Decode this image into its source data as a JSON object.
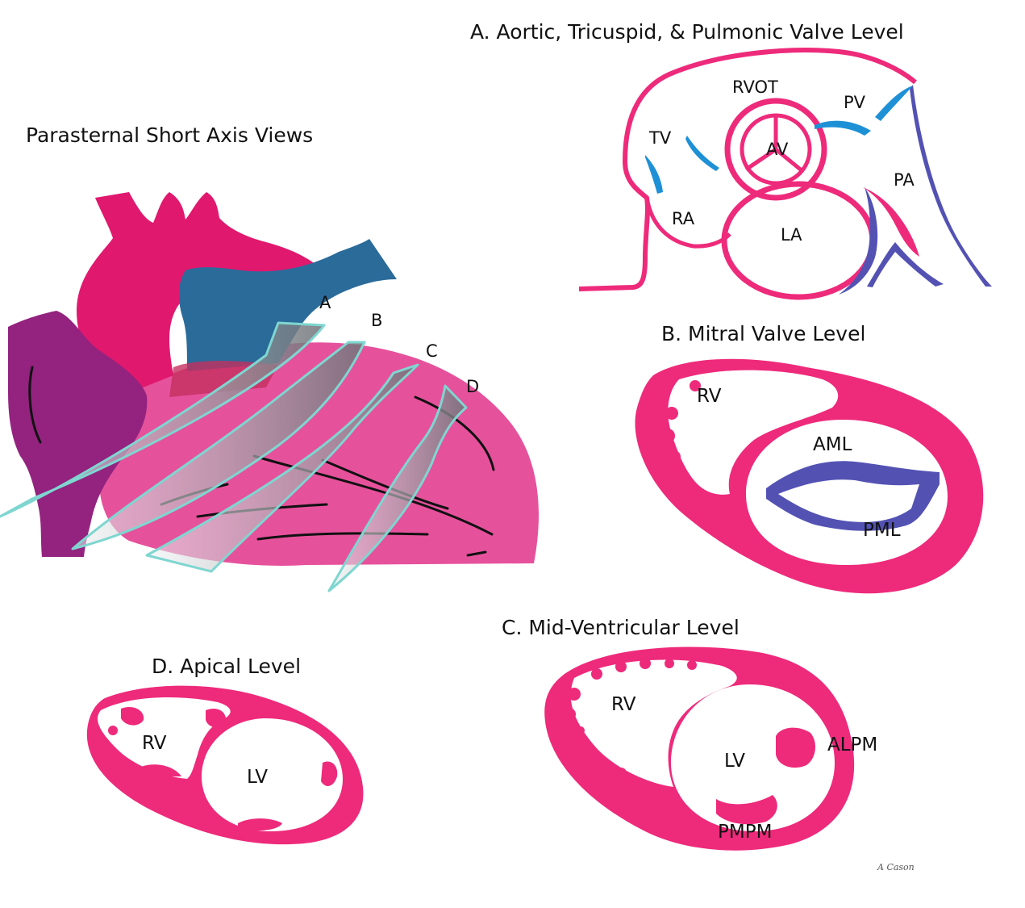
{
  "heading": "Parasternal Short Axis Views",
  "colors": {
    "myocardium": "#ee2a7b",
    "aorta": "#e0186e",
    "pulmonary_artery": "#2a6b9a",
    "right_atrium": "#93237f",
    "heart_body": "#e6519c",
    "plane_edge": "#7fd6d0",
    "valve_blue": "#1e90d6",
    "valve_purple": "#5352b3"
  },
  "cut_planes": {
    "a": "A",
    "b": "B",
    "c": "C",
    "d": "D"
  },
  "panels": {
    "aortic": {
      "title": "A. Aortic, Tricuspid, & Pulmonic Valve Level",
      "labels": {
        "rvot": "RVOT",
        "pv": "PV",
        "tv": "TV",
        "av": "AV",
        "pa": "PA",
        "ra": "RA",
        "la": "LA"
      }
    },
    "mitral": {
      "title": "B. Mitral Valve Level",
      "labels": {
        "rv": "RV",
        "aml": "AML",
        "pml": "PML"
      }
    },
    "mid": {
      "title": "C. Mid-Ventricular Level",
      "labels": {
        "rv": "RV",
        "lv": "LV",
        "alpm": "ALPM",
        "pmpm": "PMPM"
      }
    },
    "apical": {
      "title": "D. Apical Level",
      "labels": {
        "rv": "RV",
        "lv": "LV"
      }
    }
  },
  "signature": "A Cason"
}
